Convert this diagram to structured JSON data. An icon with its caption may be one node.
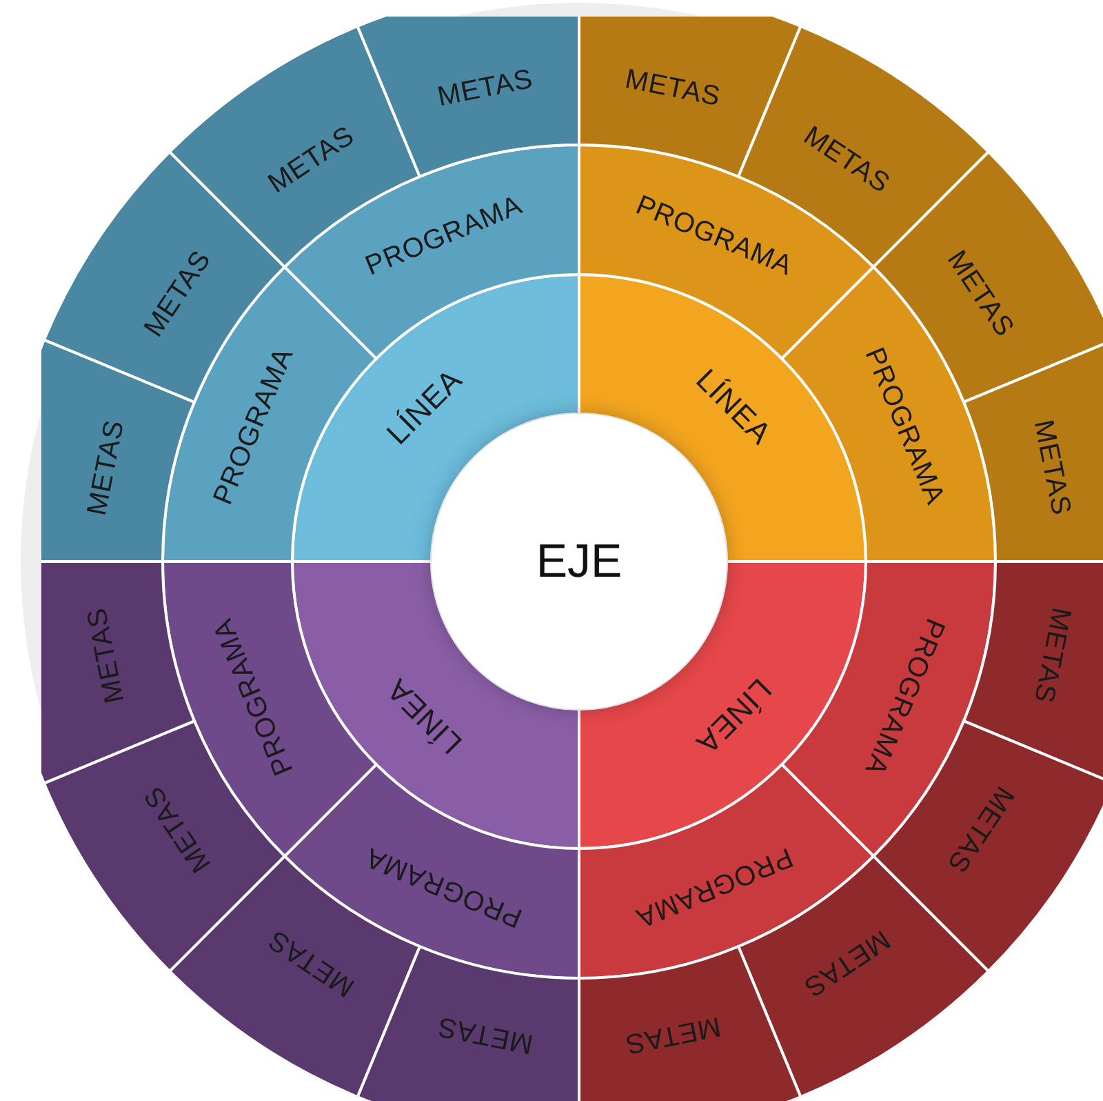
{
  "diagram": {
    "nodes": [
      {
        "text": [
          "EJE"
        ]
      },
      {
        "text": [
          "LÍNEA"
        ]
      },
      {
        "text": [
          "PROGRAMA"
        ]
      },
      {
        "text": [
          "PROGRAMA"
        ]
      },
      {
        "text": [
          "METAS"
        ]
      },
      {
        "text": [
          "METAS"
        ]
      },
      {
        "text": [
          "METAS"
        ]
      },
      {
        "text": [
          "METAS"
        ]
      },
      {
        "text": [
          "LÍNEA"
        ]
      },
      {
        "text": [
          "PROGRAMA"
        ]
      },
      {
        "text": [
          "PROGRAMA"
        ]
      },
      {
        "text": [
          "METAS"
        ]
      },
      {
        "text": [
          "METAS"
        ]
      },
      {
        "text": [
          "METAS"
        ]
      },
      {
        "text": [
          "METAS"
        ]
      },
      {
        "text": [
          "LÍNEA"
        ]
      },
      {
        "text": [
          "PROGRAMA"
        ]
      },
      {
        "text": [
          "PROGRAMA"
        ]
      },
      {
        "text": [
          "METAS"
        ]
      },
      {
        "text": [
          "METAS"
        ]
      },
      {
        "text": [
          "METAS"
        ]
      },
      {
        "text": [
          "METAS"
        ]
      },
      {
        "text": [
          "LÍNEA"
        ]
      },
      {
        "text": [
          "PROGRAMA"
        ]
      },
      {
        "text": [
          "PROGRAMA"
        ]
      },
      {
        "text": [
          "METAS"
        ]
      },
      {
        "text": [
          "METAS"
        ]
      },
      {
        "text": [
          "METAS"
        ]
      },
      {
        "text": [
          "METAS"
        ]
      }
    ]
  }
}
